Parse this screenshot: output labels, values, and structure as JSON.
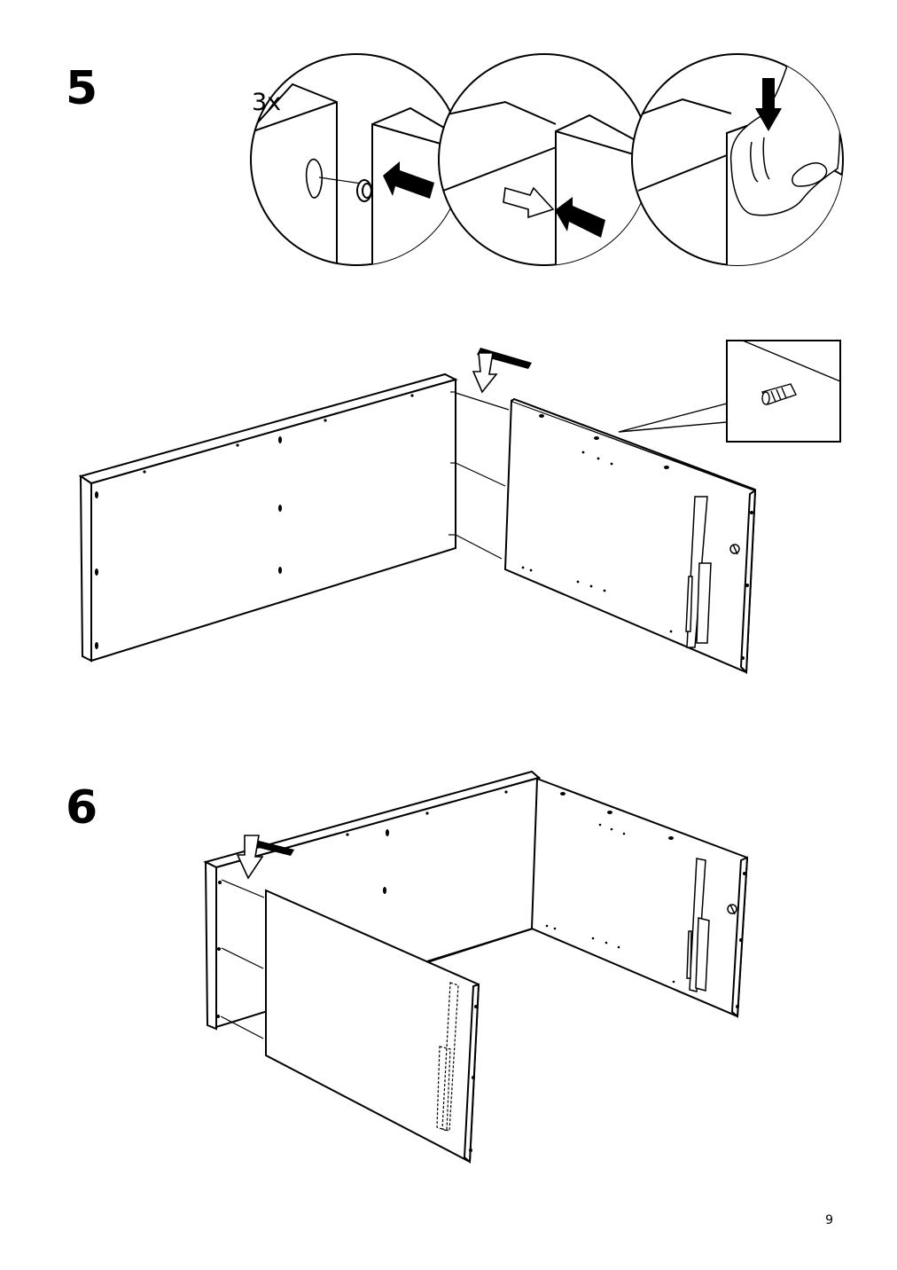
{
  "steps": [
    {
      "number": "5",
      "quantity_label": "3x"
    },
    {
      "number": "6"
    }
  ],
  "page_number": "9",
  "colors": {
    "line": "#000000",
    "fill": "#ffffff"
  },
  "icons": [
    "push-arrow-icon",
    "hollow-arrow-icon",
    "press-down-arrow-icon",
    "hand-icon",
    "dowel-icon",
    "cam-lock-icon"
  ]
}
